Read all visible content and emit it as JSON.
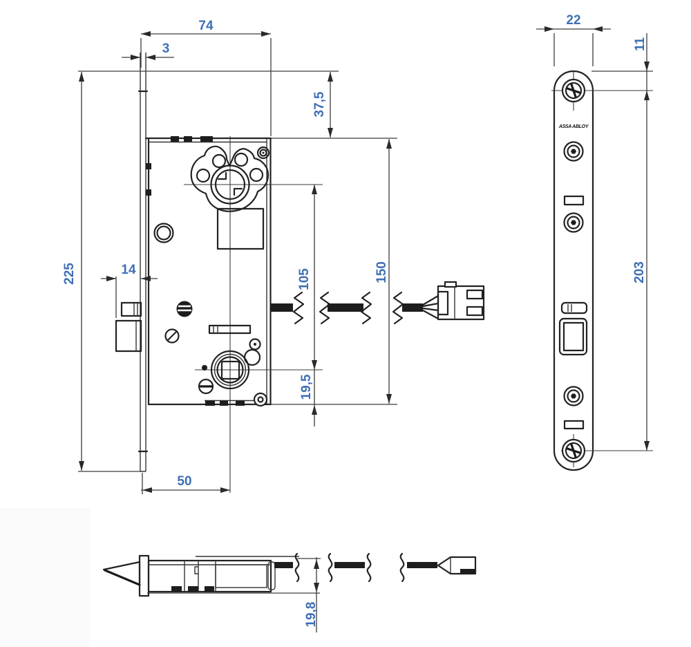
{
  "logo": "ASSA ABLOY",
  "colors": {
    "line": "#222222",
    "dim_text": "#3f6fb5",
    "background": "#ffffff",
    "shade": "#fafafa"
  },
  "dims": {
    "case_width": "74",
    "faceplate_thickness": "3",
    "top_edge_to_case": "37,5",
    "faceplate_length": "225",
    "latch_protrusion": "14",
    "cylinder_to_spindle": "105",
    "case_height": "150",
    "spindle_to_case_bottom": "19,5",
    "backset": "50",
    "faceplate_width": "22",
    "top_edge_to_screw": "11",
    "screw_spacing": "203",
    "cable_to_bottom": "19,8"
  }
}
